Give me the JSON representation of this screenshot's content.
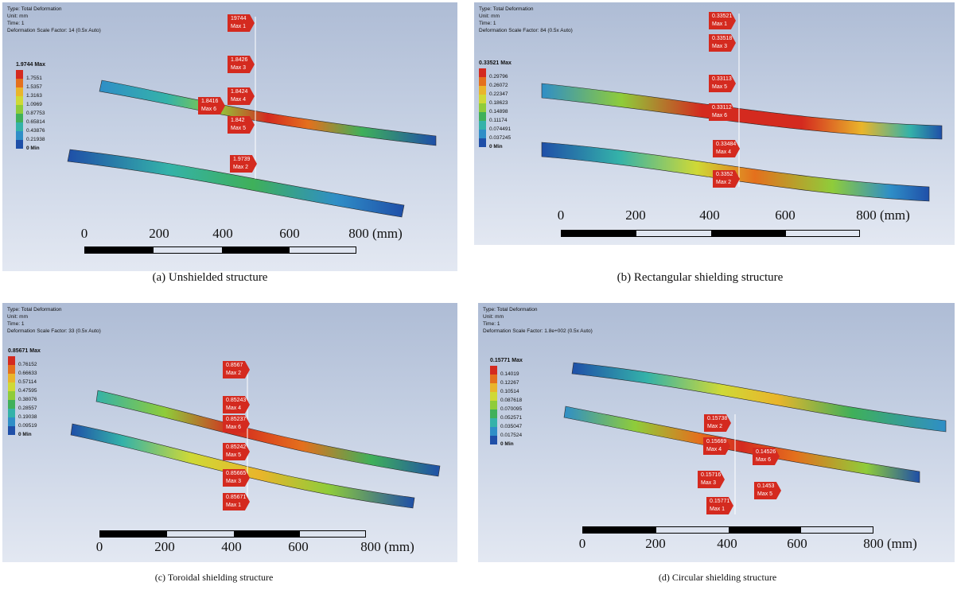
{
  "panels": [
    {
      "header": {
        "type": "Type: Total Deformation",
        "unit": "Unit: mm",
        "time": "Time: 1",
        "scale": "Deformation Scale Factor: 14 (0.5x Auto)"
      },
      "legend": {
        "max": "1.9744 Max",
        "values": [
          "1.7551",
          "1.5357",
          "1.3163",
          "1.0969",
          "0.87753",
          "0.65814",
          "0.43876",
          "0.21938"
        ],
        "min": "0 Min"
      },
      "probes": [
        {
          "value": "19744",
          "label": "Max 1"
        },
        {
          "value": "1.8426",
          "label": "Max 3"
        },
        {
          "value": "1.8424",
          "label": "Max 4"
        },
        {
          "value": "1.8416",
          "label": "Max 6"
        },
        {
          "value": "1.842",
          "label": "Max 5"
        },
        {
          "value": "1.9739",
          "label": "Max 2"
        }
      ],
      "ticks": [
        "0",
        "200",
        "400",
        "600",
        "800 (mm)"
      ],
      "caption": "(a) Unshielded structure"
    },
    {
      "header": {
        "type": "Type: Total Deformation",
        "unit": "Unit: mm",
        "time": "Time: 1",
        "scale": "Deformation Scale Factor: 84 (0.5x Auto)"
      },
      "legend": {
        "max": "0.33521 Max",
        "values": [
          "0.29796",
          "0.26072",
          "0.22347",
          "0.18623",
          "0.14898",
          "0.11174",
          "0.074491",
          "0.037245"
        ],
        "min": "0 Min"
      },
      "probes": [
        {
          "value": "0.33521",
          "label": "Max 1"
        },
        {
          "value": "0.33518",
          "label": "Max 3"
        },
        {
          "value": "0.33113",
          "label": "Max 5"
        },
        {
          "value": "0.33112",
          "label": "Max 6"
        },
        {
          "value": "0.33484",
          "label": "Max 4"
        },
        {
          "value": "0.3352",
          "label": "Max 2"
        }
      ],
      "ticks": [
        "0",
        "200",
        "400",
        "600",
        "800 (mm)"
      ],
      "caption": "(b) Rectangular shielding structure"
    },
    {
      "header": {
        "type": "Type: Total Deformation",
        "unit": "Unit: mm",
        "time": "Time: 1",
        "scale": "Deformation Scale Factor: 33 (0.5x Auto)"
      },
      "legend": {
        "max": "0.85671 Max",
        "values": [
          "0.76152",
          "0.66633",
          "0.57114",
          "0.47595",
          "0.38076",
          "0.28557",
          "0.19038",
          "0.09519"
        ],
        "min": "0 Min"
      },
      "probes": [
        {
          "value": "0.8567",
          "label": "Max 2"
        },
        {
          "value": "0.85243",
          "label": "Max 4"
        },
        {
          "value": "0.85237",
          "label": "Max 6"
        },
        {
          "value": "0.85242",
          "label": "Max 5"
        },
        {
          "value": "0.85665",
          "label": "Max 3"
        },
        {
          "value": "0.85671",
          "label": "Max 1"
        }
      ],
      "ticks": [
        "0",
        "200",
        "400",
        "600",
        "800 (mm)"
      ],
      "caption": "(c) Toroidal shielding structure"
    },
    {
      "header": {
        "type": "Type: Total Deformation",
        "unit": "Unit: mm",
        "time": "Time: 1",
        "scale": "Deformation Scale Factor: 1.8e+002 (0.5x Auto)"
      },
      "legend": {
        "max": "0.15771 Max",
        "values": [
          "0.14019",
          "0.12267",
          "0.10514",
          "0.087618",
          "0.070095",
          "0.052571",
          "0.035047",
          "0.017524"
        ],
        "min": "0 Min"
      },
      "probes": [
        {
          "value": "0.15738",
          "label": "Max 2"
        },
        {
          "value": "0.15669",
          "label": "Max 4"
        },
        {
          "value": "0.14526",
          "label": "Max 6"
        },
        {
          "value": "0.15716",
          "label": "Max 3"
        },
        {
          "value": "0.1453",
          "label": "Max 5"
        },
        {
          "value": "0.15771",
          "label": "Max 1"
        }
      ],
      "ticks": [
        "0",
        "200",
        "400",
        "600",
        "800 (mm)"
      ],
      "caption": "(d) Circular shielding structure"
    }
  ],
  "colors": {
    "legend": [
      "#d42a1f",
      "#e4701d",
      "#e9b52b",
      "#cfd936",
      "#8fcc3a",
      "#3fb05a",
      "#34b2a9",
      "#2f8ec7",
      "#1f4fa8"
    ],
    "probe": "#d42a1f",
    "background_top": "#aebcd5"
  }
}
